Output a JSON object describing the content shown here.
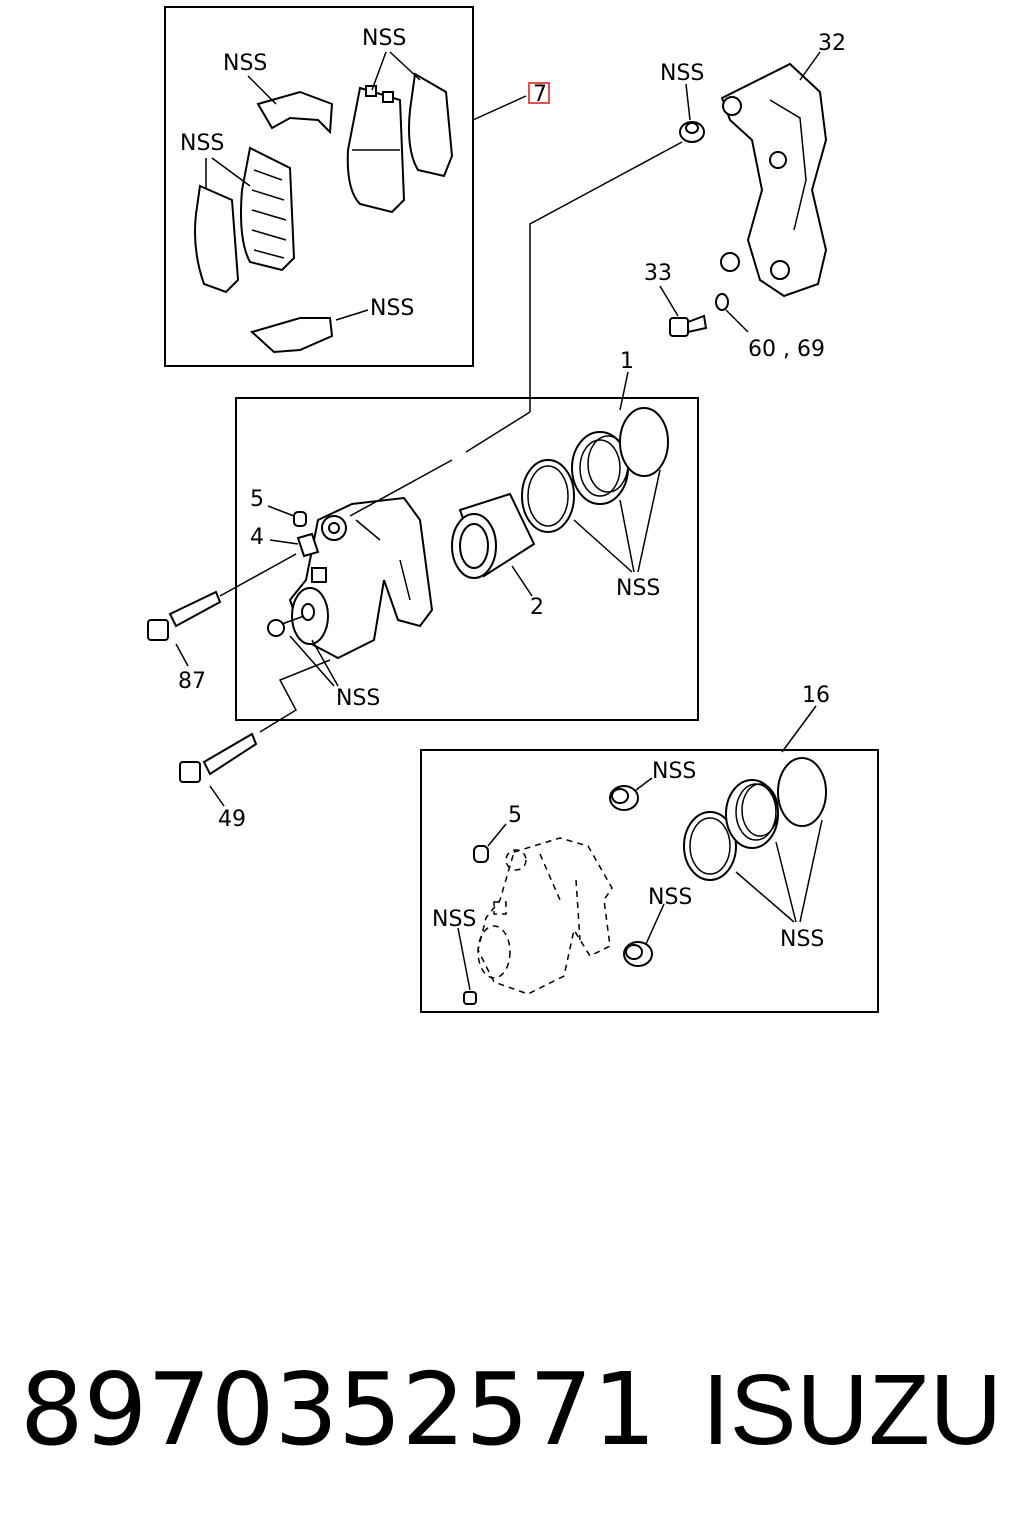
{
  "callouts": {
    "nss_pad_clip_top": "NSS",
    "nss_outer_pads": "NSS",
    "nss_inner_pads": "NSS",
    "nss_pad_clip_bottom": "NSS",
    "nss_boot_top": "NSS",
    "n32": "32",
    "n33": "33",
    "n60_69": "60 , 69",
    "n1": "1",
    "n5a": "5",
    "n4": "4",
    "n2": "2",
    "nss_seals": "NSS",
    "n87": "87",
    "nss_bleeder": "NSS",
    "n49": "49",
    "n16": "16",
    "nss_kit_boot": "NSS",
    "n5b": "5",
    "nss_kit_left": "NSS",
    "nss_kit_mid": "NSS",
    "nss_kit_seals": "NSS",
    "n7_marker": "7"
  },
  "colors": {
    "highlight": "#e05050",
    "ink": "#000000"
  },
  "footer": {
    "part_number": "8970352571",
    "brand": "ISUZU"
  }
}
